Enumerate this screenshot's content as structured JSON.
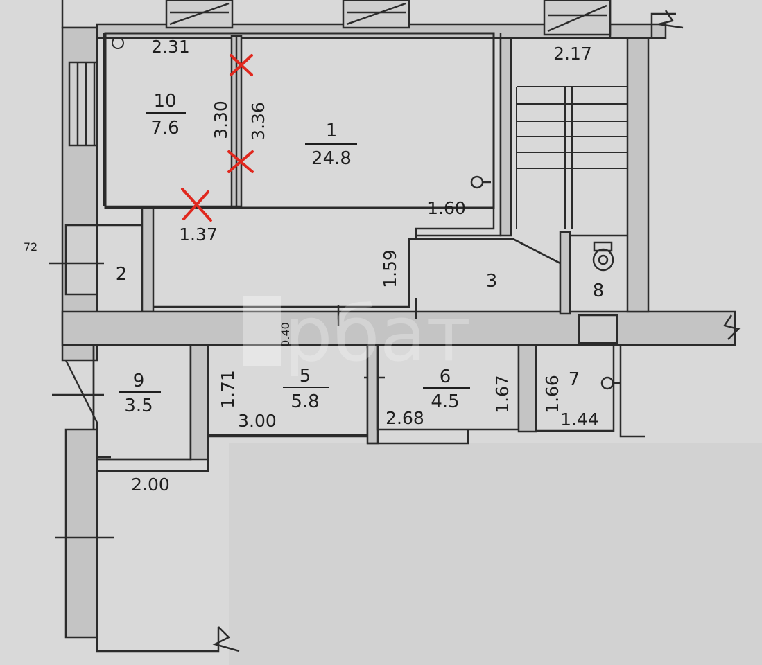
{
  "rooms": {
    "r10": {
      "number": "10",
      "area": "7.6"
    },
    "r1": {
      "number": "1",
      "area": "24.8"
    },
    "r2": {
      "number": "2"
    },
    "r3": {
      "number": "3"
    },
    "r8": {
      "number": "8"
    },
    "r9": {
      "number": "9",
      "area": "3.5"
    },
    "r5": {
      "number": "5",
      "area": "5.8"
    },
    "r6": {
      "number": "6",
      "area": "4.5"
    },
    "r7": {
      "number": "7"
    }
  },
  "dimensions": {
    "d231": "2.31",
    "d330": "3.30",
    "d336": "3.36",
    "d137": "1.37",
    "d160": "1.60",
    "d159": "1.59",
    "d217": "2.17",
    "d072": "72",
    "d040": "0.40",
    "d171": "1.71",
    "d300": "3.00",
    "d268": "2.68",
    "d167": "1.67",
    "d166": "1.66",
    "d144": "1.44",
    "d200": "2.00"
  },
  "watermark": {
    "text": "рбат"
  },
  "colors": {
    "paper": "#d9d9d9",
    "wall": "#2b2b2b",
    "wall_fill": "#c4c4c4",
    "mark": "#e0281e"
  }
}
